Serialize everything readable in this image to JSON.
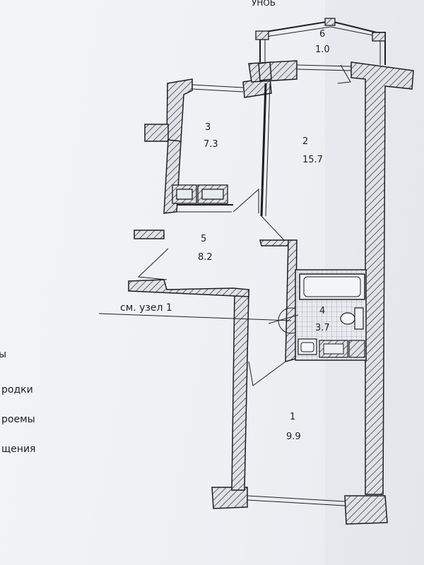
{
  "header_fragment": "УНОБ",
  "rooms": [
    {
      "number": "1",
      "area": "9.9"
    },
    {
      "number": "2",
      "area": "15.7"
    },
    {
      "number": "3",
      "area": "7.3"
    },
    {
      "number": "4",
      "area": "3.7"
    },
    {
      "number": "5",
      "area": "8.2"
    },
    {
      "number": "6",
      "area": "1.0"
    }
  ],
  "callout": "см. узел 1",
  "legend": [
    {
      "text": "ы"
    },
    {
      "text": "родки"
    },
    {
      "text": "роемы"
    },
    {
      "text": "щения"
    }
  ]
}
